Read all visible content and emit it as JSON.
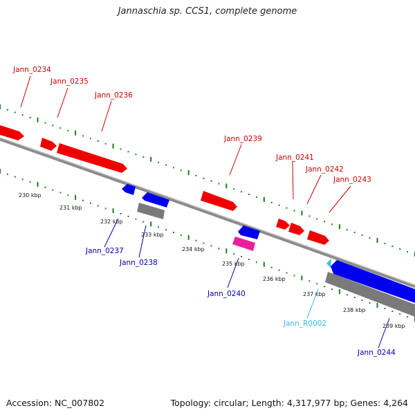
{
  "title": "Jannaschia sp. CCS1, complete genome",
  "footer": {
    "accession": "Accession: NC_007802",
    "summary": "Topology: circular; Length: 4,317,977 bp; Genes: 4,264"
  },
  "colors": {
    "backbone": "#8c8c8c",
    "tick": "#1e7d1e",
    "forward_gene": "#ee0000",
    "reverse_gene": "#0000ee",
    "pseudo": "#7a7a7a",
    "other_gene": "#ee1e9a",
    "rna": "#33bbee",
    "forward_label": "#cc0000",
    "reverse_label": "#0000aa",
    "rna_label": "#33bbee"
  },
  "scale_labels": [
    "230 kbp",
    "231 kbp",
    "232 kbp",
    "233 kbp",
    "234 kbp",
    "235 kbp",
    "236 kbp",
    "237 kbp",
    "238 kbp",
    "239 kbp"
  ],
  "gene_labels": [
    {
      "text": "Jann_0234",
      "strand": "forward"
    },
    {
      "text": "Jann_0235",
      "strand": "forward"
    },
    {
      "text": "Jann_0236",
      "strand": "forward"
    },
    {
      "text": "Jann_0239",
      "strand": "forward"
    },
    {
      "text": "Jann_0241",
      "strand": "forward"
    },
    {
      "text": "Jann_0242",
      "strand": "forward"
    },
    {
      "text": "Jann_0243",
      "strand": "forward"
    },
    {
      "text": "Jann_0237",
      "strand": "reverse"
    },
    {
      "text": "Jann_0238",
      "strand": "reverse"
    },
    {
      "text": "Jann_0240",
      "strand": "reverse"
    },
    {
      "text": "Jann_R0002",
      "strand": "rna"
    },
    {
      "text": "Jann_0244",
      "strand": "reverse"
    }
  ]
}
